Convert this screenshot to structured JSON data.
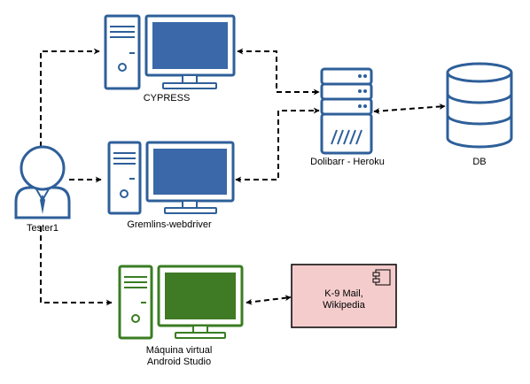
{
  "colors": {
    "blue_stroke": "#2e5f99",
    "blue_screen": "#3a68a8",
    "green_stroke": "#3a7d22",
    "green_screen": "#3f7a25",
    "component_fill": "#f4cccc",
    "component_stroke": "#000000"
  },
  "nodes": {
    "cypress": {
      "label": "CYPRESS",
      "icon": "desktop-computer-icon"
    },
    "gremlins": {
      "label": "Gremlins-webdriver",
      "icon": "desktop-computer-icon"
    },
    "android_vm": {
      "label_line1": "Máquina virtual",
      "label_line2": "Android Studio",
      "icon": "desktop-computer-icon"
    },
    "dolibarr": {
      "label": "Dolibarr - Heroku",
      "icon": "server-rack-icon"
    },
    "db": {
      "label": "DB",
      "icon": "database-icon"
    },
    "tester": {
      "label": "Tester1",
      "icon": "user-icon"
    },
    "apps": {
      "label_line1": "K-9 Mail,",
      "label_line2": "Wikipedia",
      "icon": "component-icon"
    }
  }
}
